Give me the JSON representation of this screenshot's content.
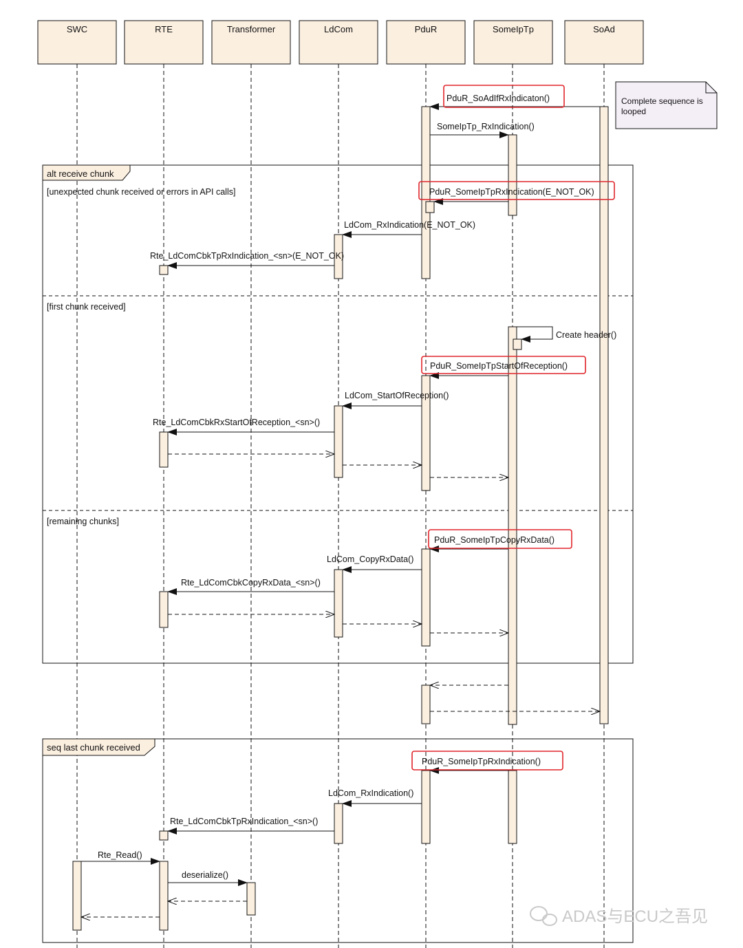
{
  "participants": [
    {
      "id": "swc",
      "name": "SWC"
    },
    {
      "id": "rte",
      "name": "RTE"
    },
    {
      "id": "transformer",
      "name": "Transformer"
    },
    {
      "id": "ldcom",
      "name": "LdCom"
    },
    {
      "id": "pdur",
      "name": "PduR"
    },
    {
      "id": "someiptp",
      "name": "SomeIpTp"
    },
    {
      "id": "soad",
      "name": "SoAd"
    }
  ],
  "note": {
    "line1": "Complete sequence is",
    "line2": "looped"
  },
  "messages": {
    "soad_rxind": "PduR_SoAdIfRxIndicaton()",
    "tp_rxind": "SomeIpTp_RxIndication()",
    "pdur_rxind_notok": "PduR_SomeIpTpRxIndication(E_NOT_OK)",
    "ldcom_rxind_notok": "LdCom_RxIndication(E_NOT_OK)",
    "rte_tprxind_notok": "Rte_LdComCbkTpRxIndication_<sn>(E_NOT_OK)",
    "create_header": "Create header()",
    "pdur_sor": "PduR_SomeIpTpStartOfReception()",
    "ldcom_sor": "LdCom_StartOfReception()",
    "rte_sor": "Rte_LdComCbkRxStartOfReception_<sn>()",
    "pdur_copy": "PduR_SomeIpTpCopyRxData()",
    "ldcom_copy": "LdCom_CopyRxData()",
    "rte_copy": "Rte_LdComCbkCopyRxData_<sn>()",
    "pdur_rxind": "PduR_SomeIpTpRxIndication()",
    "ldcom_rxind": "LdCom_RxIndication()",
    "rte_tprxind": "Rte_LdComCbkTpRxIndication_<sn>()",
    "rte_read": "Rte_Read()",
    "deserialize": "deserialize()"
  },
  "frames": {
    "alt": {
      "title": "alt receive chunk",
      "guard1": "[unexpected chunk received or errors in API calls]",
      "guard2": "[first chunk received]",
      "guard3": "[remaining chunks]"
    },
    "seq": {
      "title": "seq last chunk received"
    }
  },
  "watermark": "ADAS与ECU之吾见",
  "colors": {
    "box_fill": "#fbefe0",
    "highlight": "#e0242a",
    "note_fill": "#f4eef7",
    "line": "#111111"
  }
}
